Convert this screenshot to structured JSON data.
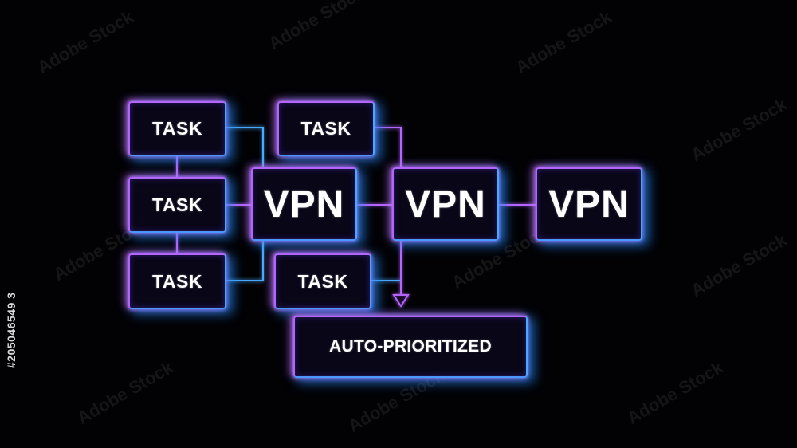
{
  "diagram": {
    "tasks": [
      {
        "label": "TASK"
      },
      {
        "label": "TASK"
      },
      {
        "label": "TASK"
      },
      {
        "label": "TASK"
      },
      {
        "label": "TASK"
      }
    ],
    "vpns": [
      {
        "label": "VPN"
      },
      {
        "label": "VPN"
      },
      {
        "label": "VPN"
      }
    ],
    "output": {
      "label": "AUTO-PRIORITIZED"
    }
  },
  "watermark": {
    "text": "Adobe Stock",
    "stock_id": "#205046549 3"
  },
  "colors": {
    "background": "#020205",
    "glow_purple": "#b565ff",
    "glow_blue": "#4aa8ff",
    "text": "#ffffff"
  }
}
